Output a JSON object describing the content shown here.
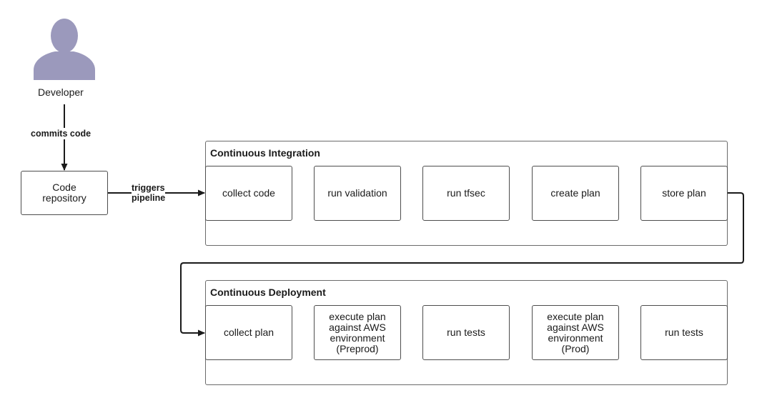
{
  "actor": {
    "label": "Developer",
    "color": "#9b99bc"
  },
  "edges": {
    "commits": "commits code",
    "triggers_line1": "triggers",
    "triggers_line2": "pipeline"
  },
  "repository": {
    "line1": "Code",
    "line2": "repository"
  },
  "ci": {
    "title": "Continuous Integration",
    "steps": [
      "collect code",
      "run validation",
      "run tfsec",
      "create plan",
      "store plan"
    ]
  },
  "cd": {
    "title": "Continuous Deployment",
    "steps": [
      {
        "lines": [
          "collect plan"
        ]
      },
      {
        "lines": [
          "execute plan",
          "against AWS",
          "environment",
          "(Preprod)"
        ]
      },
      {
        "lines": [
          "run tests"
        ]
      },
      {
        "lines": [
          "execute plan",
          "against AWS",
          "environment",
          "(Prod)"
        ]
      },
      {
        "lines": [
          "run tests"
        ]
      }
    ]
  },
  "colors": {
    "line": "#1a1a1a",
    "border": "#4d4d4d",
    "actor": "#9b99bc"
  }
}
